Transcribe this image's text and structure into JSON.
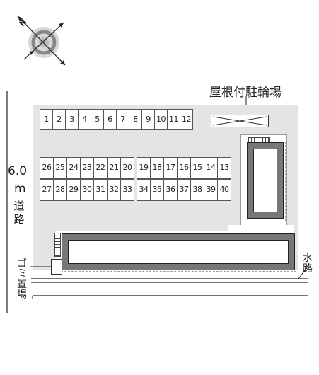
{
  "compass": {
    "north_label": "N"
  },
  "bike_parking": {
    "label": "屋根付駐輪場"
  },
  "road": {
    "width_top": "6.0",
    "width_unit": "m",
    "name_chars": [
      "道",
      "路"
    ]
  },
  "garbage": {
    "chars": [
      "ゴ",
      "ミ",
      "置",
      "場"
    ]
  },
  "waterway": {
    "chars": [
      "水",
      "路"
    ]
  },
  "parking": {
    "top_row": [
      "1",
      "2",
      "3",
      "4",
      "5",
      "6",
      "7",
      "8",
      "9",
      "10",
      "11",
      "12"
    ],
    "middle_left": [
      "26",
      "25",
      "24",
      "23",
      "22",
      "21",
      "20"
    ],
    "middle_right": [
      "19",
      "18",
      "17",
      "16",
      "15",
      "14",
      "13"
    ],
    "bottom_left": [
      "27",
      "28",
      "29",
      "30",
      "31",
      "32",
      "33"
    ],
    "bottom_right": [
      "34",
      "35",
      "36",
      "37",
      "38",
      "39",
      "40"
    ]
  }
}
